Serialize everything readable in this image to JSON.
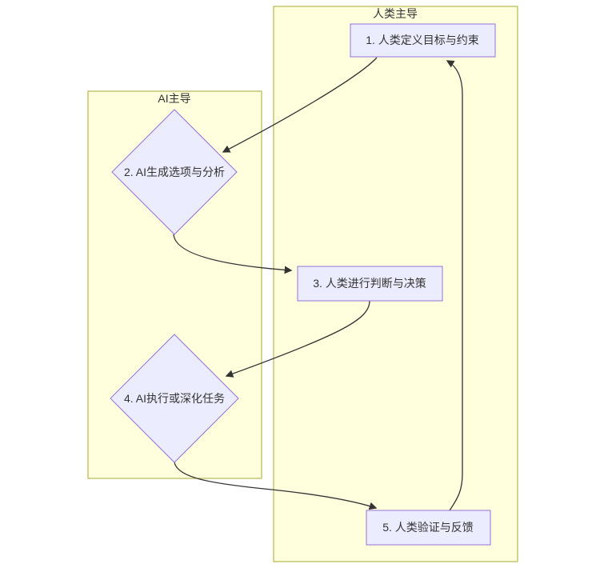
{
  "diagram": {
    "type": "flowchart",
    "containers": [
      {
        "id": "human-led",
        "label": "人类主导"
      },
      {
        "id": "ai-led",
        "label": "AI主导"
      }
    ],
    "nodes": [
      {
        "id": "step1",
        "label": "1. 人类定义目标与约束",
        "shape": "rectangle",
        "container": "human-led"
      },
      {
        "id": "step2",
        "label": "2. AI生成选项与分析",
        "shape": "diamond",
        "container": "ai-led"
      },
      {
        "id": "step3",
        "label": "3. 人类进行判断与决策",
        "shape": "rectangle",
        "container": "human-led"
      },
      {
        "id": "step4",
        "label": "4. AI执行或深化任务",
        "shape": "diamond",
        "container": "ai-led"
      },
      {
        "id": "step5",
        "label": "5. 人类验证与反馈",
        "shape": "rectangle",
        "container": "human-led"
      }
    ],
    "edges": [
      {
        "from": "step1",
        "to": "step2"
      },
      {
        "from": "step2",
        "to": "step3"
      },
      {
        "from": "step3",
        "to": "step4"
      },
      {
        "from": "step4",
        "to": "step5"
      },
      {
        "from": "step5",
        "to": "step1"
      }
    ],
    "colors": {
      "node_fill": "#ececff",
      "node_border": "#9370db",
      "container_fill": "#ffffde",
      "container_border": "#aaaa33",
      "edge": "#333333",
      "text": "#333333",
      "background": "#ffffff"
    }
  }
}
